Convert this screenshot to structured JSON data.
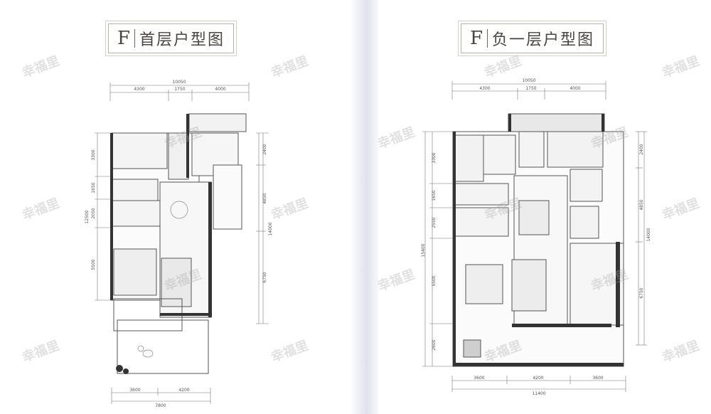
{
  "left_plan": {
    "title_letter": "F",
    "title": "首层户型图",
    "top_total": "10050",
    "top_parts": [
      "4300",
      "1750",
      "4000"
    ],
    "left_total": "12500",
    "left_parts": [
      "3300",
      "1650",
      "2050",
      "5500"
    ],
    "right_total": "14000",
    "right_parts": [
      "2400",
      "4850",
      "6750"
    ],
    "bottom_total": "7800",
    "bottom_parts": [
      "3600",
      "4200"
    ]
  },
  "right_plan": {
    "title_letter": "F",
    "title": "负一层户型图",
    "top_total": "10050",
    "top_parts": [
      "4300",
      "1750",
      "4000"
    ],
    "left_total": "15400",
    "left_parts": [
      "3300",
      "1650",
      "2550",
      "5500",
      "2600"
    ],
    "right_total": "14000",
    "right_parts": [
      "2400",
      "4850",
      "6750"
    ],
    "bottom_total": "11400",
    "bottom_parts": [
      "3600",
      "4200",
      "3600"
    ]
  },
  "watermark": "幸福里"
}
